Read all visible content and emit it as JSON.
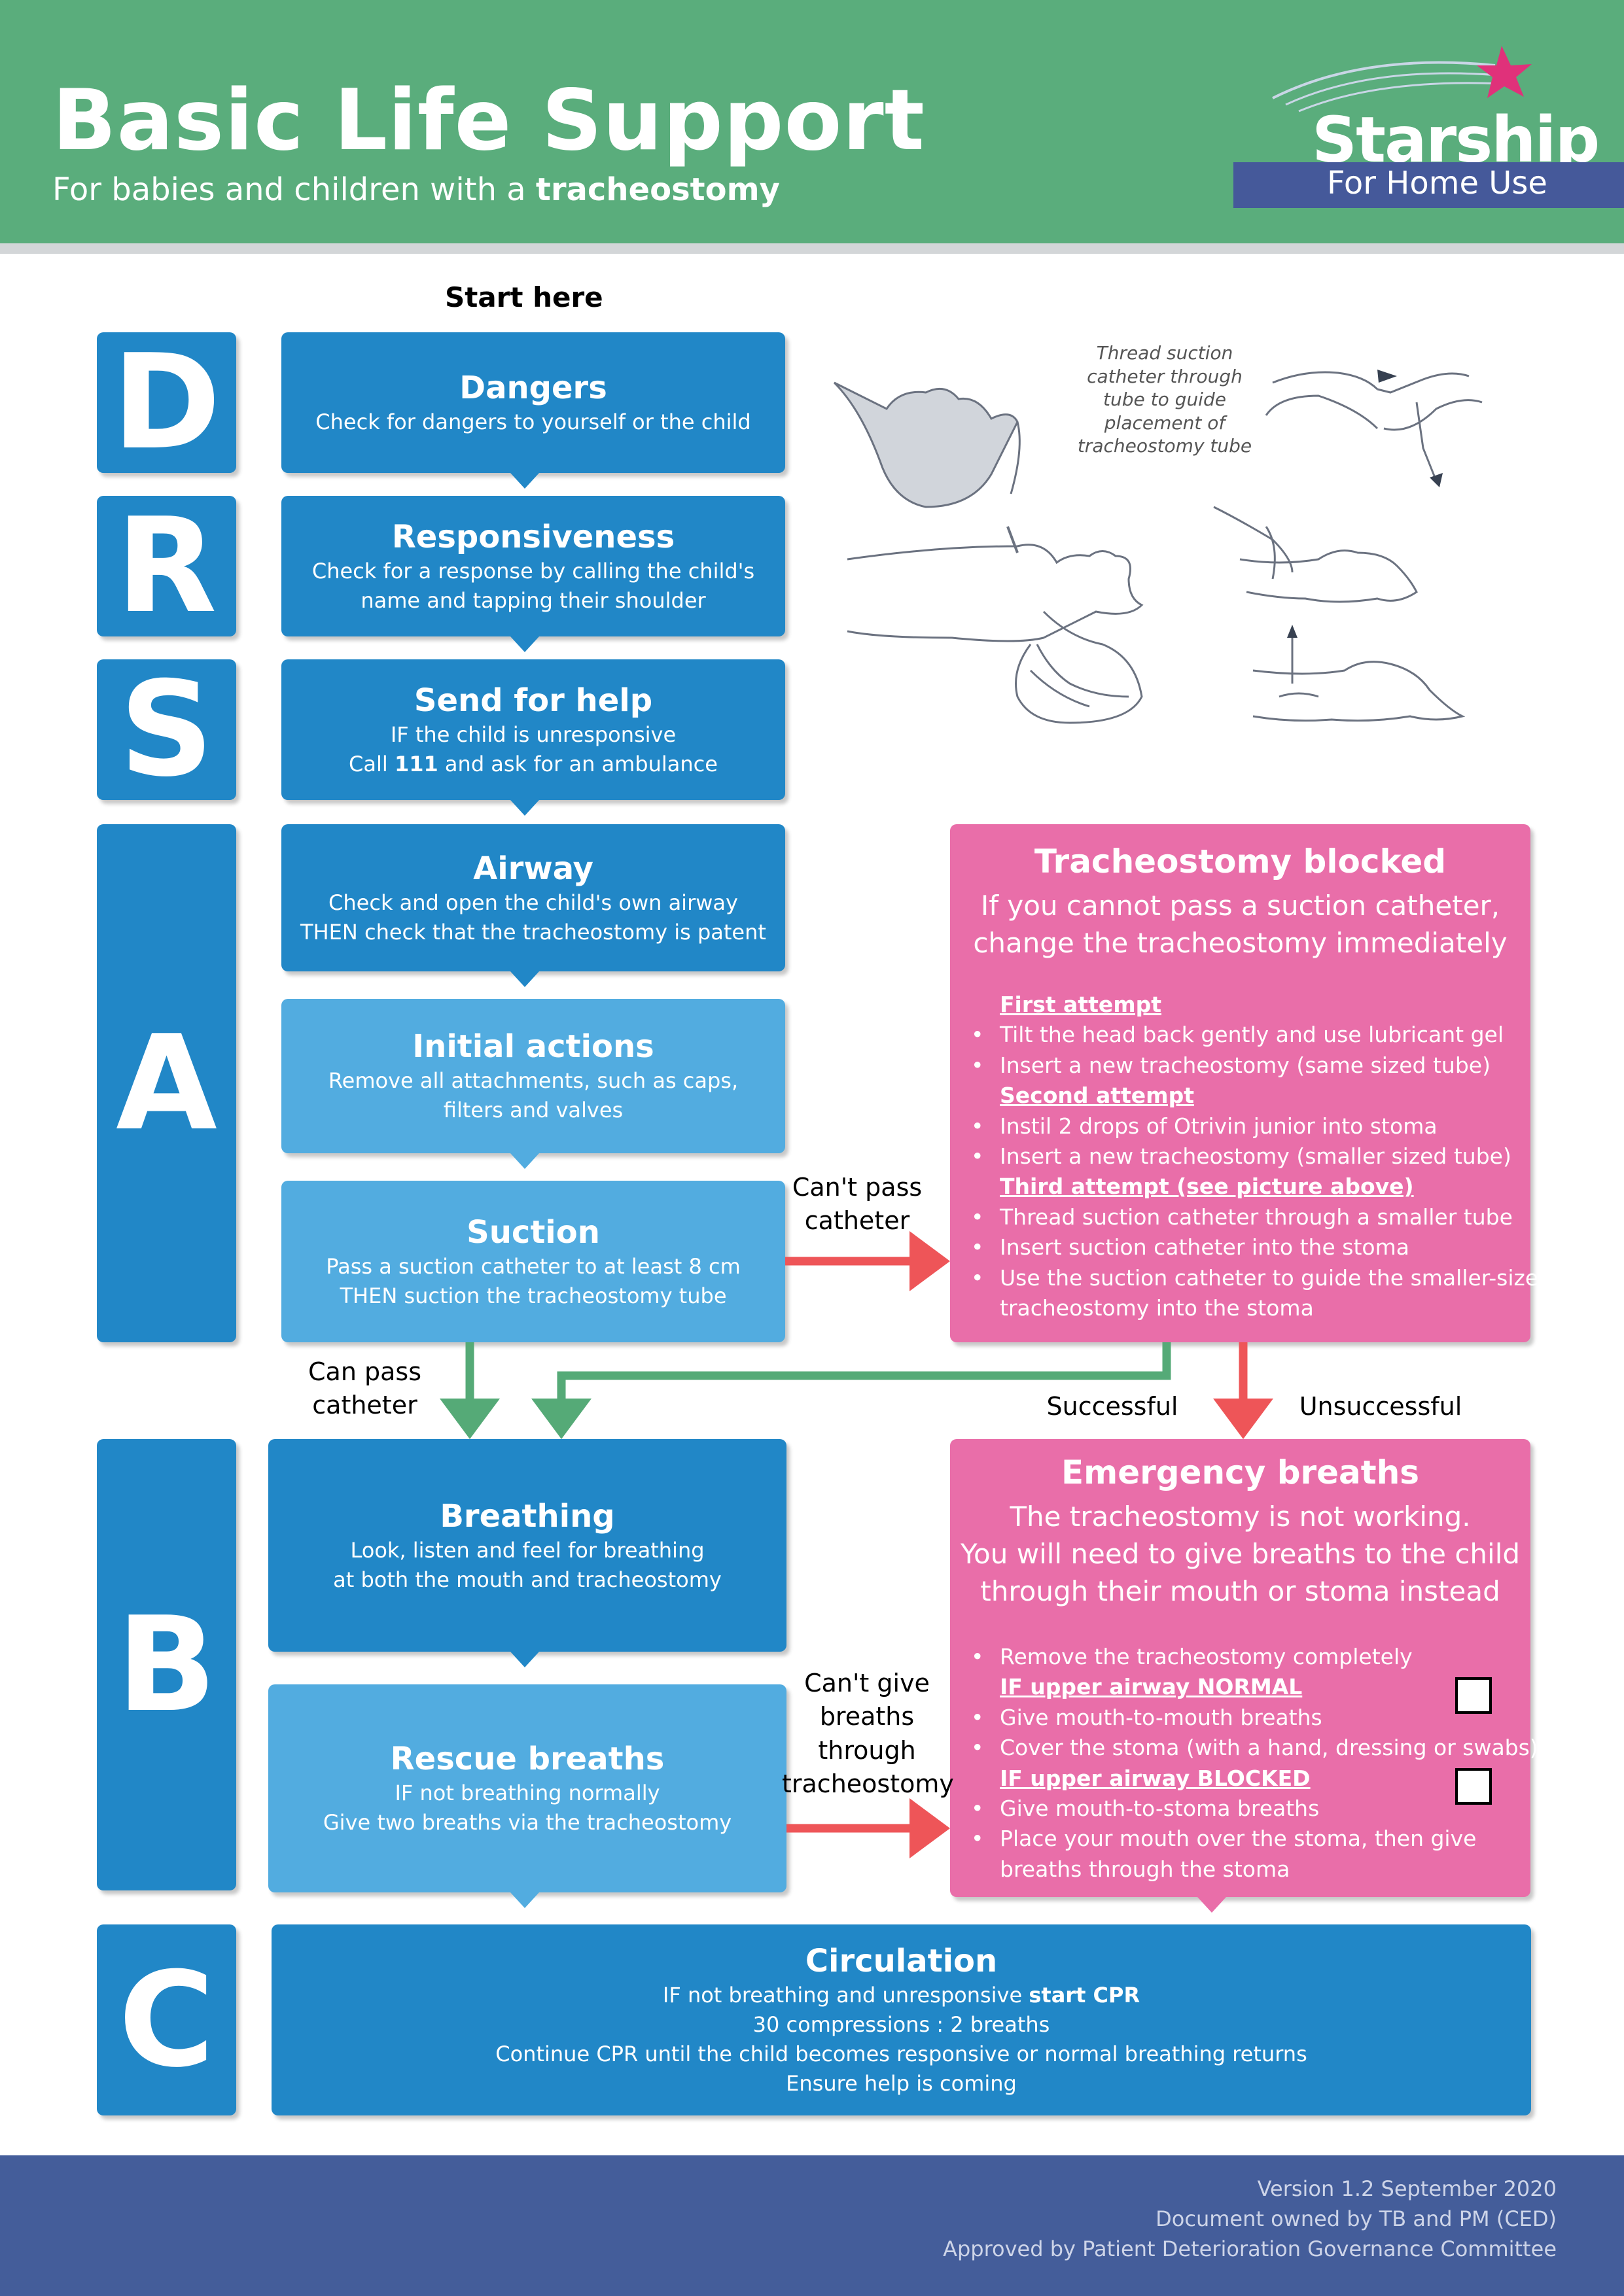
{
  "header": {
    "title": "Basic Life Support",
    "subtitle_prefix": "For babies and children with a ",
    "subtitle_bold": "tracheostomy",
    "logo_word": "Starship",
    "logo_band": "For Home Use"
  },
  "start_here": "Start here",
  "letters": [
    "D",
    "R",
    "S",
    "A",
    "B",
    "C"
  ],
  "illustration": {
    "caption": "Thread suction catheter through tube to guide placement of tracheostomy tube"
  },
  "steps": {
    "dangers": {
      "title": "Dangers",
      "lines": [
        "Check for dangers to yourself or the child"
      ]
    },
    "responsiveness": {
      "title": "Responsiveness",
      "lines": [
        "Check for a response by calling the child's",
        "name and tapping their shoulder"
      ]
    },
    "send_help": {
      "title": "Send for help",
      "line1": "IF the child is unresponsive",
      "line2_a": "Call ",
      "line2_b": "111",
      "line2_c": " and ask for an ambulance"
    },
    "airway": {
      "title": "Airway",
      "lines": [
        "Check and open the child's own airway",
        "THEN check that the tracheostomy is patent"
      ]
    },
    "initial_actions": {
      "title": "Initial actions",
      "lines": [
        "Remove all attachments, such as caps,",
        "filters and valves"
      ]
    },
    "suction": {
      "title": "Suction",
      "lines": [
        "Pass a suction catheter to at least 8 cm",
        "THEN suction the tracheostomy tube"
      ]
    },
    "breathing": {
      "title": "Breathing",
      "lines": [
        "Look, listen and feel for breathing",
        "at both the mouth and tracheostomy"
      ]
    },
    "rescue_breaths": {
      "title": "Rescue breaths",
      "lines": [
        "IF not breathing normally",
        "Give two breaths via the tracheostomy"
      ]
    },
    "circulation": {
      "title": "Circulation",
      "line1_a": "IF not breathing and unresponsive ",
      "line1_b": "start CPR",
      "lines": [
        "30 compressions : 2 breaths",
        "Continue CPR until the child becomes responsive or normal breathing returns",
        "Ensure help is coming"
      ]
    }
  },
  "trach_blocked": {
    "title": "Tracheostomy blocked",
    "sub": [
      "If you cannot pass a suction catheter,",
      "change the tracheostomy immediately"
    ],
    "items": [
      {
        "kind": "heading",
        "text": "First attempt"
      },
      {
        "kind": "bullet",
        "text": "Tilt the head back gently and use lubricant gel"
      },
      {
        "kind": "bullet",
        "text": "Insert a new tracheostomy (same sized tube)"
      },
      {
        "kind": "heading",
        "text": "Second attempt"
      },
      {
        "kind": "bullet",
        "text": "Instil 2 drops of Otrivin junior into stoma"
      },
      {
        "kind": "bullet",
        "text": "Insert a new tracheostomy (smaller sized tube)"
      },
      {
        "kind": "heading",
        "text": "Third attempt (see picture above)"
      },
      {
        "kind": "bullet",
        "text": "Thread suction catheter through a smaller tube"
      },
      {
        "kind": "bullet",
        "text": "Insert suction catheter into the stoma"
      },
      {
        "kind": "bullet",
        "text": "Use the suction catheter to guide the smaller-sized"
      },
      {
        "kind": "cont",
        "text": "tracheostomy into the stoma"
      }
    ]
  },
  "emergency_breaths": {
    "title": "Emergency breaths",
    "sub": [
      "The tracheostomy is not working.",
      "You will need to give breaths to the child",
      "through their mouth or stoma instead"
    ],
    "items": [
      {
        "kind": "bullet",
        "text": "Remove the tracheostomy completely"
      },
      {
        "kind": "heading",
        "text": "IF upper airway NORMAL"
      },
      {
        "kind": "bullet",
        "text": "Give mouth-to-mouth breaths"
      },
      {
        "kind": "bullet",
        "text": "Cover the stoma (with a hand, dressing or swabs)"
      },
      {
        "kind": "heading",
        "text": "IF upper airway BLOCKED"
      },
      {
        "kind": "bullet",
        "text": "Give mouth-to-stoma breaths"
      },
      {
        "kind": "bullet",
        "text": "Place your mouth over the stoma, then give"
      },
      {
        "kind": "cont",
        "text": "breaths through the stoma"
      }
    ]
  },
  "flow_labels": {
    "cant_pass": [
      "Can't pass",
      "catheter"
    ],
    "can_pass": [
      "Can pass",
      "catheter"
    ],
    "successful": "Successful",
    "unsuccessful": "Unsuccessful",
    "cant_give": [
      "Can't give",
      "breaths",
      "through",
      "tracheostomy"
    ]
  },
  "colors": {
    "header_green": "#5aad7c",
    "box_blue": "#2187c7",
    "box_light_blue": "#52ace0",
    "panel_pink": "#e96ea9",
    "arrow_red": "#ee5558",
    "arrow_green": "#55aa77",
    "footer_navy": "#445d9a"
  },
  "footer": {
    "lines": [
      "Version 1.2 September 2020",
      "Document owned by TB and PM (CED)",
      "Approved by Patient Deterioration Governance Committee"
    ]
  }
}
